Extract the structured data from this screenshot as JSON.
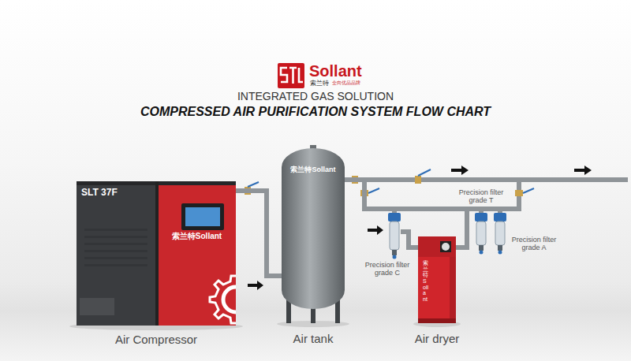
{
  "diagram": {
    "title": "COMPRESSED AIR PURIFICATION SYSTEM FLOW CHART",
    "nodes": [
      {
        "text": [
          "SLT 37F",
          "索兰特Sollant",
          "Air Compressor"
        ]
      },
      {
        "text": [
          "索兰特Sollant",
          "Air tank"
        ]
      },
      {
        "text": [
          "Precision filter grade C"
        ]
      },
      {
        "text": [
          "索兰特Sollant",
          "Air dryer"
        ]
      },
      {
        "text": [
          "Precision filter grade T"
        ]
      },
      {
        "text": [
          "Precision filter grade A"
        ]
      }
    ],
    "edges": [
      {
        "from": 0,
        "to": 1,
        "arrow": "none"
      },
      {
        "from": 1,
        "to": 2,
        "arrow": "none"
      },
      {
        "from": 2,
        "to": 3,
        "arrow": "none"
      },
      {
        "from": 3,
        "to": 4,
        "arrow": "none"
      },
      {
        "from": 4,
        "to": 5,
        "arrow": "none"
      }
    ],
    "labels": [
      "Sollant",
      "索兰特",
      "全向优品品牌",
      "INTEGRATED GAS SOLUTION"
    ]
  }
}
